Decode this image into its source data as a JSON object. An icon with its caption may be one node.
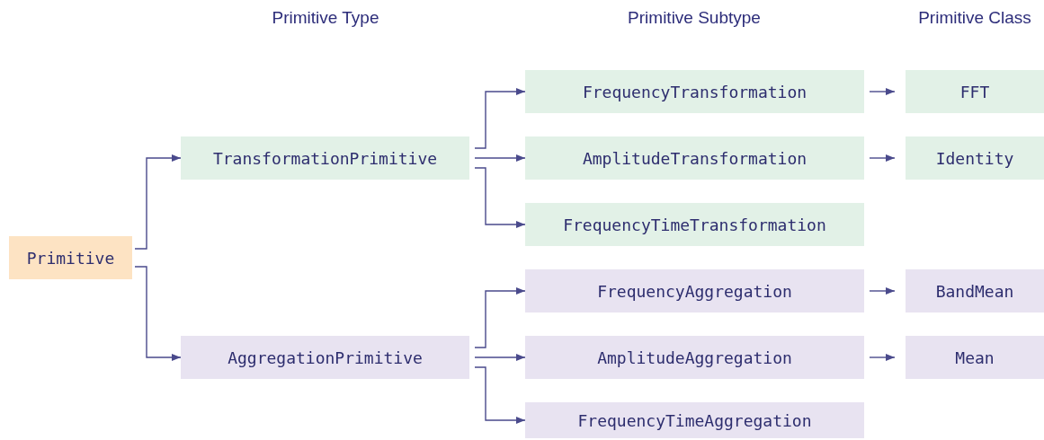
{
  "diagram": {
    "nodes": [
      {
        "text": [
          "Primitive"
        ]
      },
      {
        "text": [
          "TransformationPrimitive"
        ]
      },
      {
        "text": [
          "FrequencyTransformation"
        ]
      },
      {
        "text": [
          "FFT"
        ]
      },
      {
        "text": [
          "AmplitudeTransformation"
        ]
      },
      {
        "text": [
          "Identity"
        ]
      },
      {
        "text": [
          "FrequencyTimeTransformation"
        ]
      },
      {
        "text": [
          "AggregationPrimitive"
        ]
      },
      {
        "text": [
          "FrequencyAggregation"
        ]
      },
      {
        "text": [
          "BandMean"
        ]
      },
      {
        "text": [
          "AmplitudeAggregation"
        ]
      },
      {
        "text": [
          "Mean"
        ]
      },
      {
        "text": [
          "FrequencyTimeAggregation"
        ]
      }
    ],
    "edges": [
      {
        "from": 0,
        "to": 1,
        "arrow": "to"
      },
      {
        "from": 0,
        "to": 7,
        "arrow": "to"
      },
      {
        "from": 1,
        "to": 2,
        "arrow": "to"
      },
      {
        "from": 1,
        "to": 4,
        "arrow": "to"
      },
      {
        "from": 1,
        "to": 6,
        "arrow": "to"
      },
      {
        "from": 2,
        "to": 3,
        "arrow": "to"
      },
      {
        "from": 4,
        "to": 5,
        "arrow": "to"
      },
      {
        "from": 7,
        "to": 8,
        "arrow": "to"
      },
      {
        "from": 7,
        "to": 10,
        "arrow": "to"
      },
      {
        "from": 7,
        "to": 12,
        "arrow": "to"
      },
      {
        "from": 8,
        "to": 9,
        "arrow": "to"
      },
      {
        "from": 10,
        "to": 11,
        "arrow": "to"
      }
    ],
    "labels": [
      "Primitive Type",
      "Primitive Subtype",
      "Primitive Class"
    ]
  }
}
